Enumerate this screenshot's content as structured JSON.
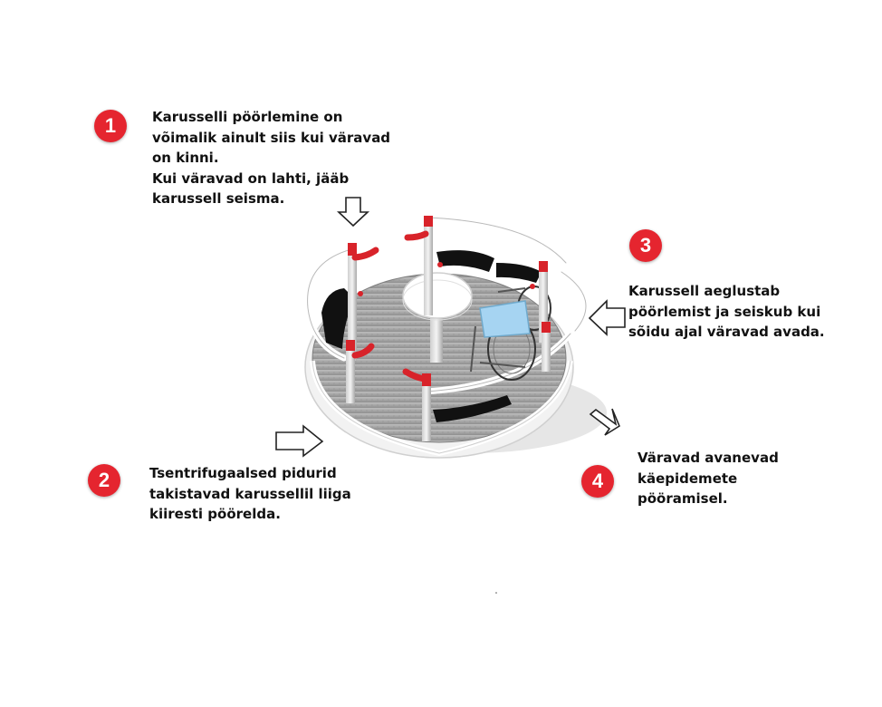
{
  "callouts": [
    {
      "number": "1",
      "lines": [
        "Karusselli pöörlemine on",
        "võimalik ainult siis kui väravad",
        "on kinni.",
        "Kui väravad on lahti, jääb",
        "karussell seisma."
      ]
    },
    {
      "number": "2",
      "lines": [
        "Tsentrifugaalsed pidurid",
        "takistavad karussellil liiga",
        "kiiresti pöörelda."
      ]
    },
    {
      "number": "3",
      "lines": [
        "Karussell aeglustab",
        "pöörlemist ja seiskub kui",
        "sõidu ajal väravad avada."
      ]
    },
    {
      "number": "4",
      "lines": [
        "Väravad avanevad",
        "käepidemete",
        "pööramisel."
      ]
    }
  ],
  "colors": {
    "badge": "#e5252f",
    "accent_red": "#d8232a",
    "seat_black": "#111111",
    "deck_grey": "#a9a9a9",
    "wheelchair_seat": "#a6d4f2"
  },
  "icons": {
    "arrow": "outline-arrow",
    "product": "accessible-merry-go-round"
  }
}
